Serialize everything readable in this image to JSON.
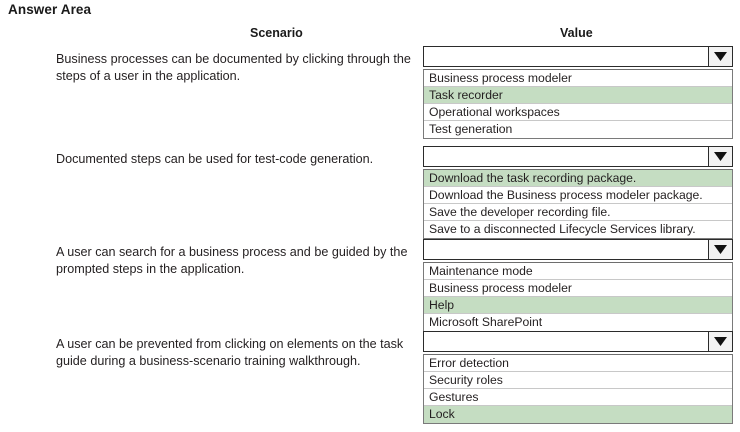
{
  "page": {
    "title": "Answer Area"
  },
  "headers": {
    "scenario": "Scenario",
    "value": "Value"
  },
  "colors": {
    "selected_option_background": "#c5ddc2",
    "combo_border": "#2b2b2b",
    "option_border": "#c8c8c8",
    "text": "#231f20"
  },
  "icons": {
    "dropdown_arrow": "chevron-down-icon"
  },
  "rows": [
    {
      "scenario": "Business processes can be documented by clicking through the steps of a user in the application.",
      "dropdown": {
        "selected_value": "",
        "options": [
          {
            "label": "Business process modeler",
            "selected": false
          },
          {
            "label": "Task recorder",
            "selected": true
          },
          {
            "label": "Operational workspaces",
            "selected": false
          },
          {
            "label": "Test generation",
            "selected": false
          }
        ]
      }
    },
    {
      "scenario": "Documented steps can be used for test-code generation.",
      "dropdown": {
        "selected_value": "",
        "options": [
          {
            "label": "Download the task recording package.",
            "selected": true
          },
          {
            "label": "Download the Business process modeler package.",
            "selected": false
          },
          {
            "label": "Save the developer recording file.",
            "selected": false
          },
          {
            "label": "Save to a disconnected Lifecycle Services library.",
            "selected": false
          }
        ]
      }
    },
    {
      "scenario": "A user can search for a business process and be guided by the prompted steps in the application.",
      "dropdown": {
        "selected_value": "",
        "options": [
          {
            "label": "Maintenance mode",
            "selected": false
          },
          {
            "label": "Business process modeler",
            "selected": false
          },
          {
            "label": "Help",
            "selected": true
          },
          {
            "label": "Microsoft SharePoint",
            "selected": false
          }
        ]
      }
    },
    {
      "scenario": "A user can be prevented from clicking on elements on the task guide during a business-scenario training walkthrough.",
      "dropdown": {
        "selected_value": "",
        "options": [
          {
            "label": "Error detection",
            "selected": false
          },
          {
            "label": "Security roles",
            "selected": false
          },
          {
            "label": "Gestures",
            "selected": false
          },
          {
            "label": "Lock",
            "selected": true
          }
        ]
      }
    }
  ]
}
